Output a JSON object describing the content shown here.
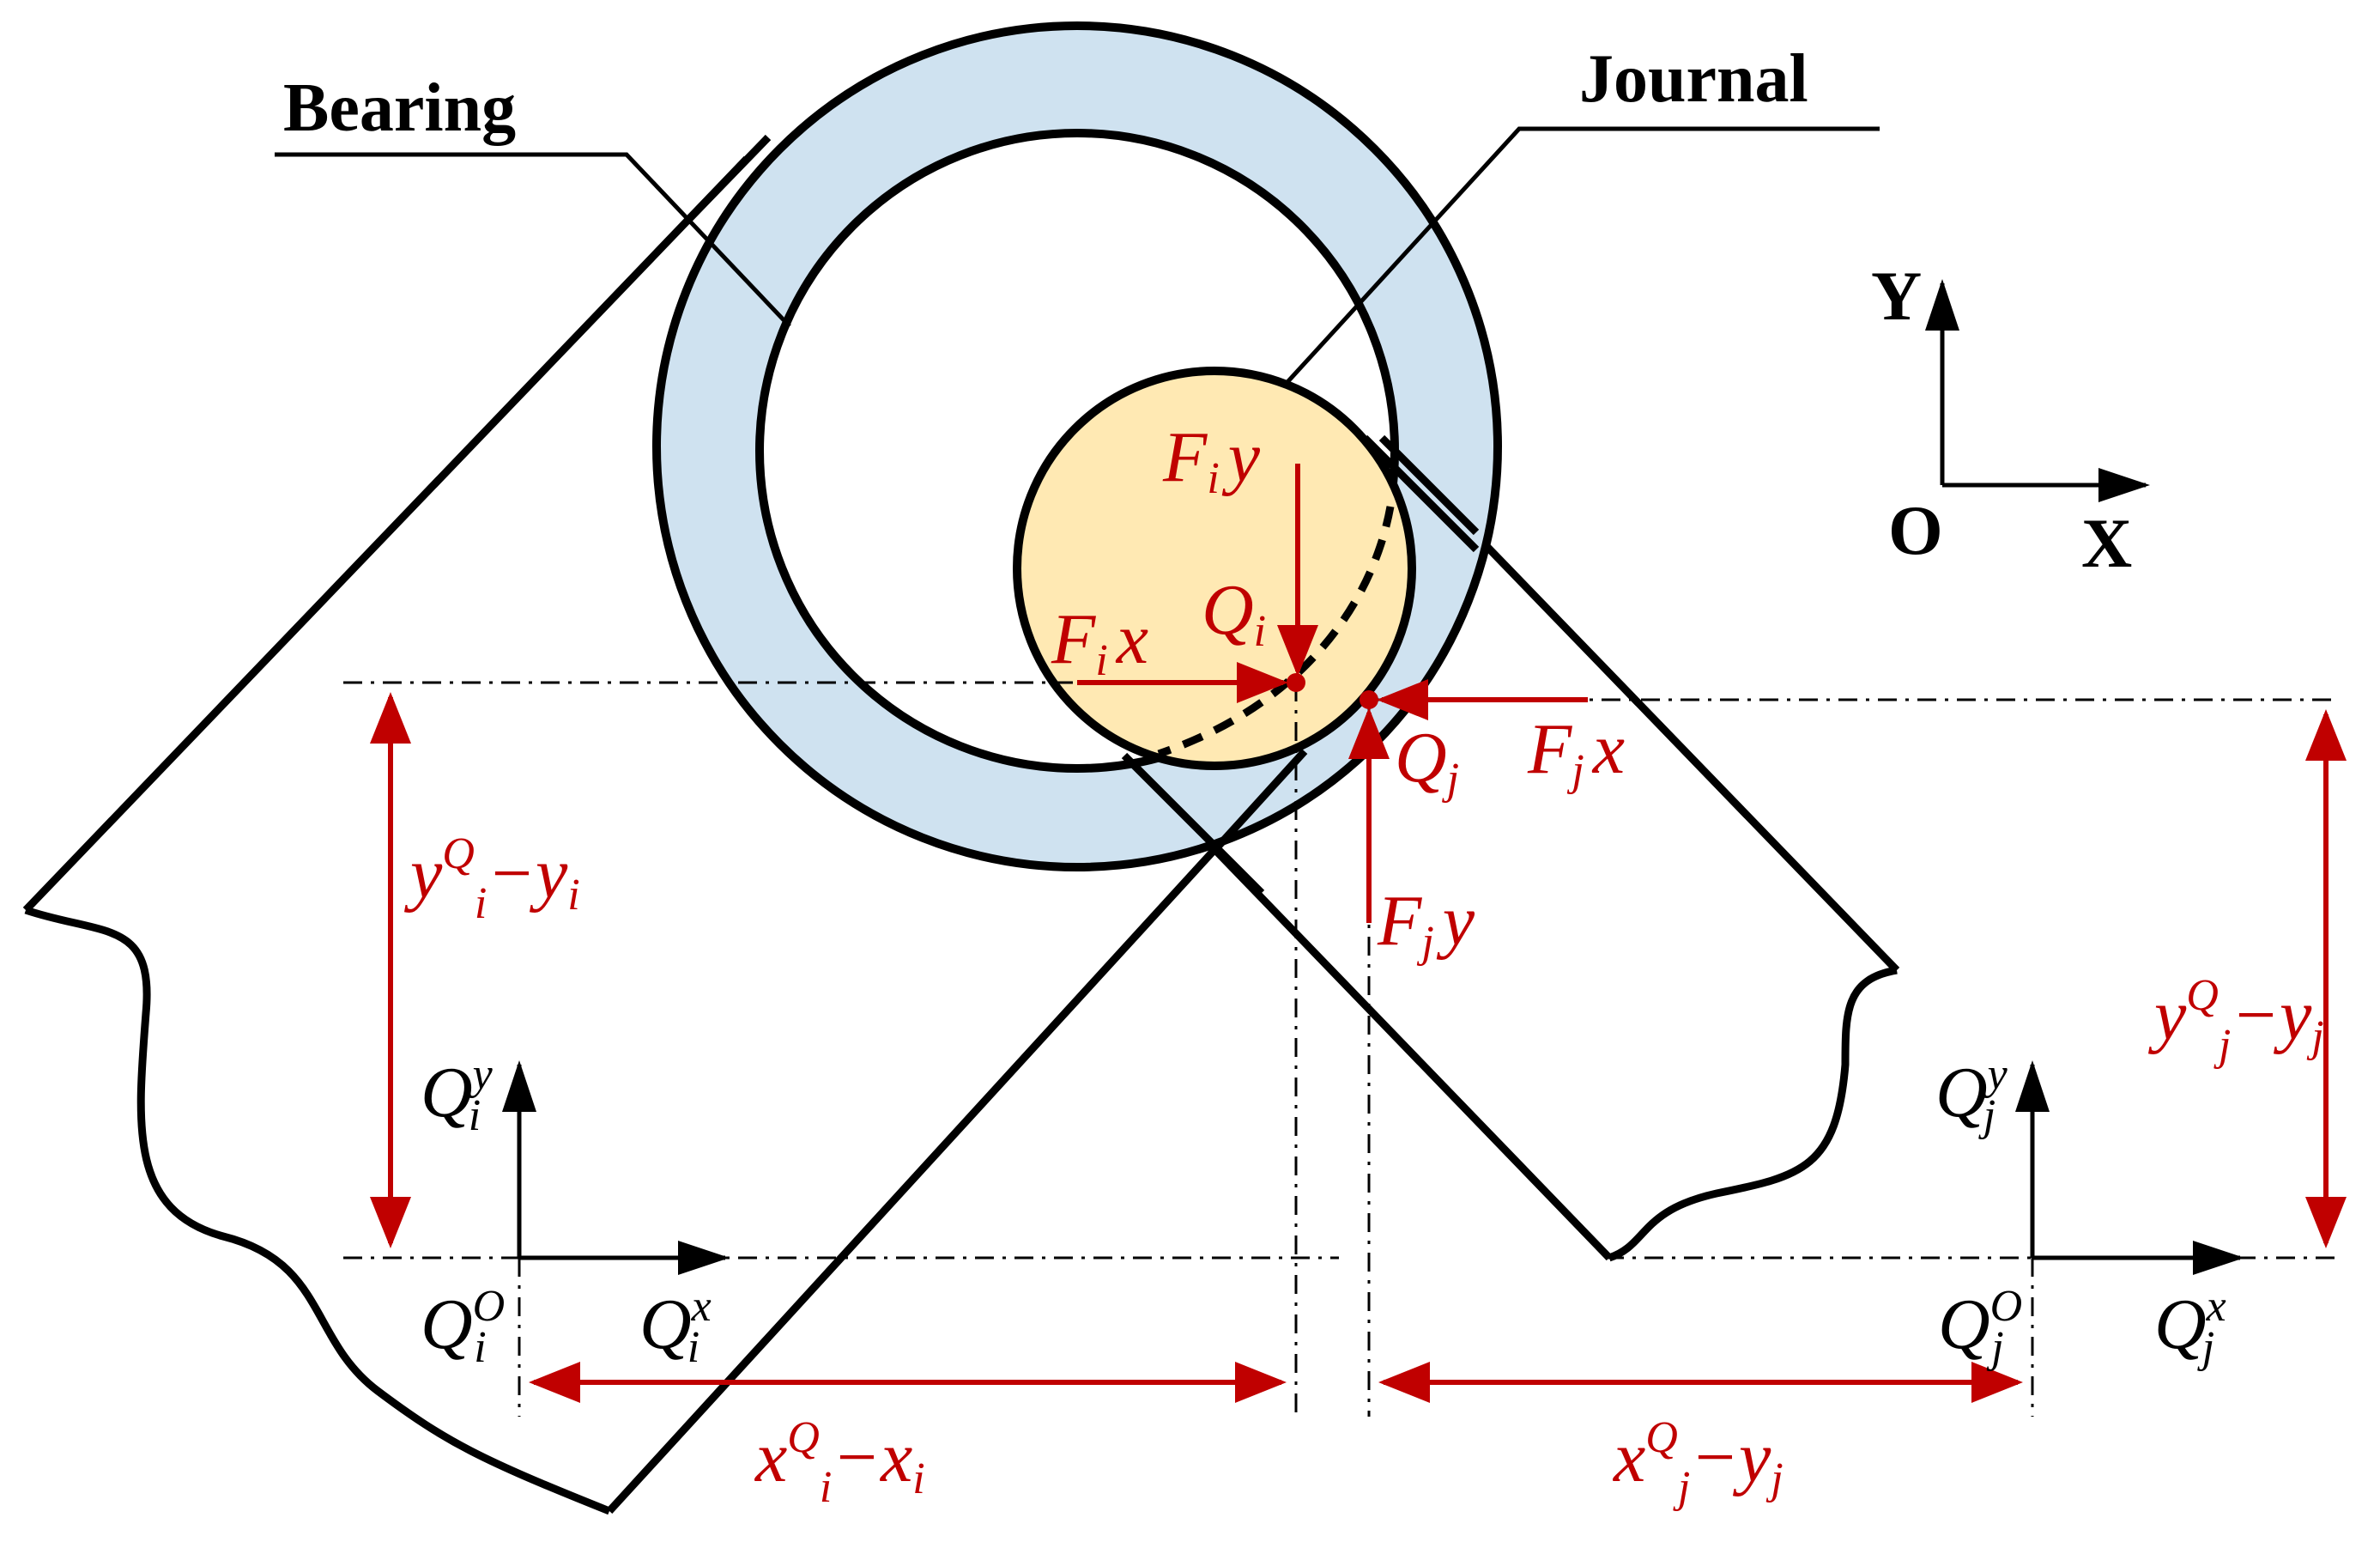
{
  "labels": {
    "bearing": "Bearing",
    "journal": "Journal"
  },
  "global_axes": {
    "y": "Y",
    "o": "O",
    "x": "X"
  },
  "forces": {
    "fiy": {
      "base": "F",
      "sub": "i",
      "tail": "y"
    },
    "fix": {
      "base": "F",
      "sub": "i",
      "tail": "x"
    },
    "qi": {
      "base": "Q",
      "sub": "i"
    },
    "qj": {
      "base": "Q",
      "sub": "j"
    },
    "fjx": {
      "base": "F",
      "sub": "j",
      "tail": "x"
    },
    "fjy": {
      "base": "F",
      "sub": "j",
      "tail": "y"
    }
  },
  "dimensions": {
    "yi": {
      "a": "y",
      "sup": "Q",
      "sub": "i",
      "minus": "−",
      "b": "y",
      "bsub": "i"
    },
    "yj": {
      "a": "y",
      "sup": "Q",
      "sub": "j",
      "minus": "−",
      "b": "y",
      "bsub": "j"
    },
    "xi": {
      "a": "x",
      "sup": "Q",
      "sub": "i",
      "minus": "−",
      "b": "x",
      "bsub": "i"
    },
    "xj": {
      "a": "x",
      "sup": "Q",
      "sub": "j",
      "minus": "−",
      "b": "y",
      "bsub": "j"
    }
  },
  "local_frames": {
    "i": {
      "base": "Q",
      "sub": "i",
      "ysup": "y",
      "osup": "O",
      "xsup": "x"
    },
    "j": {
      "base": "Q",
      "sub": "j",
      "ysup": "y",
      "osup": "O",
      "xsup": "x"
    }
  },
  "colors": {
    "bearing_fill": "#cfe2f0",
    "journal_fill": "#ffe9b3",
    "force_red": "#c00000",
    "line_black": "#000000"
  }
}
